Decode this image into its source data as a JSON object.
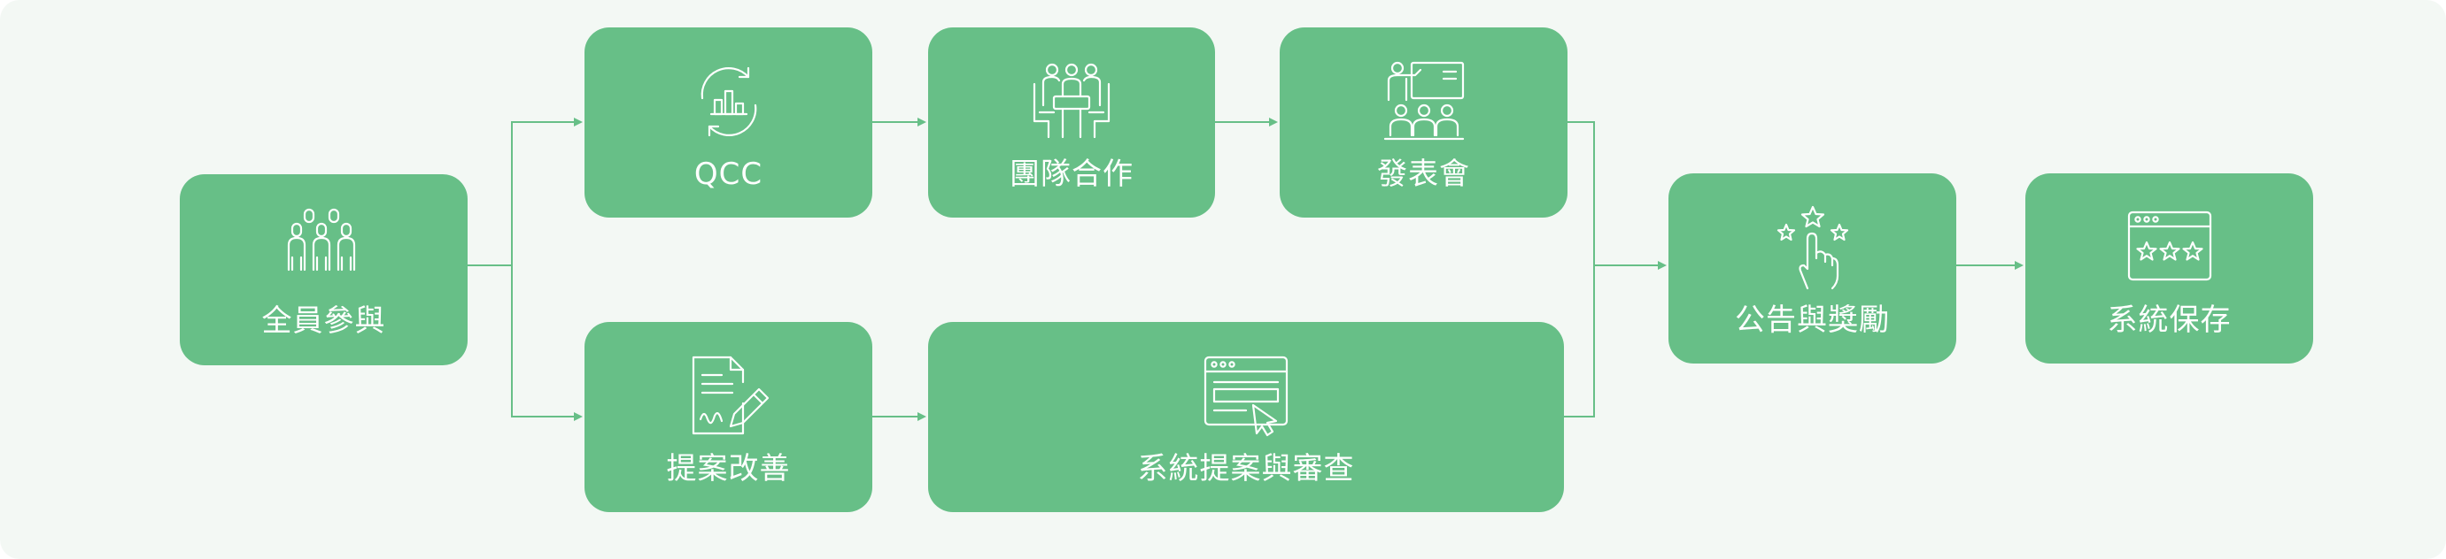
{
  "colors": {
    "background": "#f3f8f4",
    "node_fill": "#67bf87",
    "connector": "#67bf87",
    "label_text": "#ffffff"
  },
  "nodes": {
    "all": {
      "label": "全員參與",
      "icon": "group-people-icon"
    },
    "qcc": {
      "label": "QCC",
      "icon": "cycle-chart-icon"
    },
    "team": {
      "label": "團隊合作",
      "icon": "meeting-table-icon"
    },
    "pres": {
      "label": "發表會",
      "icon": "presentation-board-icon"
    },
    "prop": {
      "label": "提案改善",
      "icon": "document-pen-icon"
    },
    "sys": {
      "label": "系統提案與審查",
      "icon": "browser-window-cursor-icon"
    },
    "award": {
      "label": "公告與獎勵",
      "icon": "hand-stars-icon"
    },
    "save": {
      "label": "系統保存",
      "icon": "browser-window-stars-icon"
    }
  }
}
